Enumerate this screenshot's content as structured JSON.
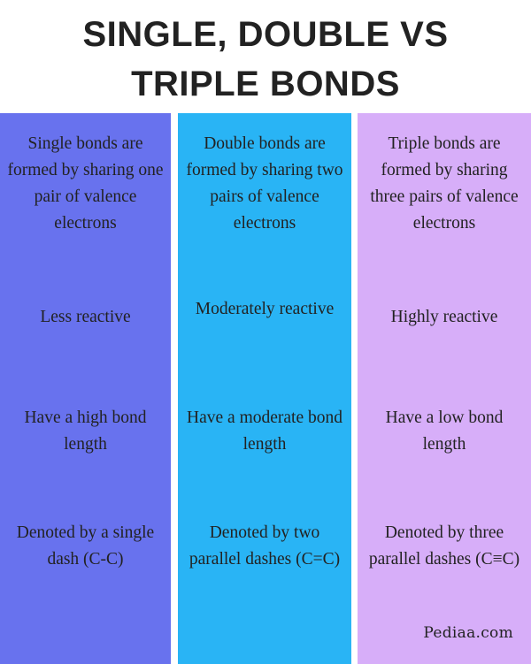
{
  "header": {
    "title_line1": "SINGLE, DOUBLE VS",
    "title_line2": "TRIPLE BONDS"
  },
  "colors": {
    "single_column": "#6872ee",
    "double_column": "#29b4f5",
    "triple_column": "#d7aef9",
    "text": "#222222",
    "background": "#ffffff"
  },
  "columns": [
    {
      "name": "single",
      "rows": [
        "Single bonds are formed by sharing one pair of valence electrons",
        "Less reactive",
        "Have a high bond length",
        "Denoted by a single dash (C-C)"
      ]
    },
    {
      "name": "double",
      "rows": [
        "Double bonds are formed by sharing two pairs of valence electrons",
        "Moderately reactive",
        "Have a moderate bond length",
        "Denoted by two parallel dashes (C=C)"
      ]
    },
    {
      "name": "triple",
      "rows": [
        "Triple bonds are formed by sharing three pairs of valence electrons",
        "Highly reactive",
        "Have a low bond length",
        "Denoted by three parallel dashes (C≡C)"
      ]
    }
  ],
  "footer": {
    "logo_text": "Pediaa.com"
  }
}
